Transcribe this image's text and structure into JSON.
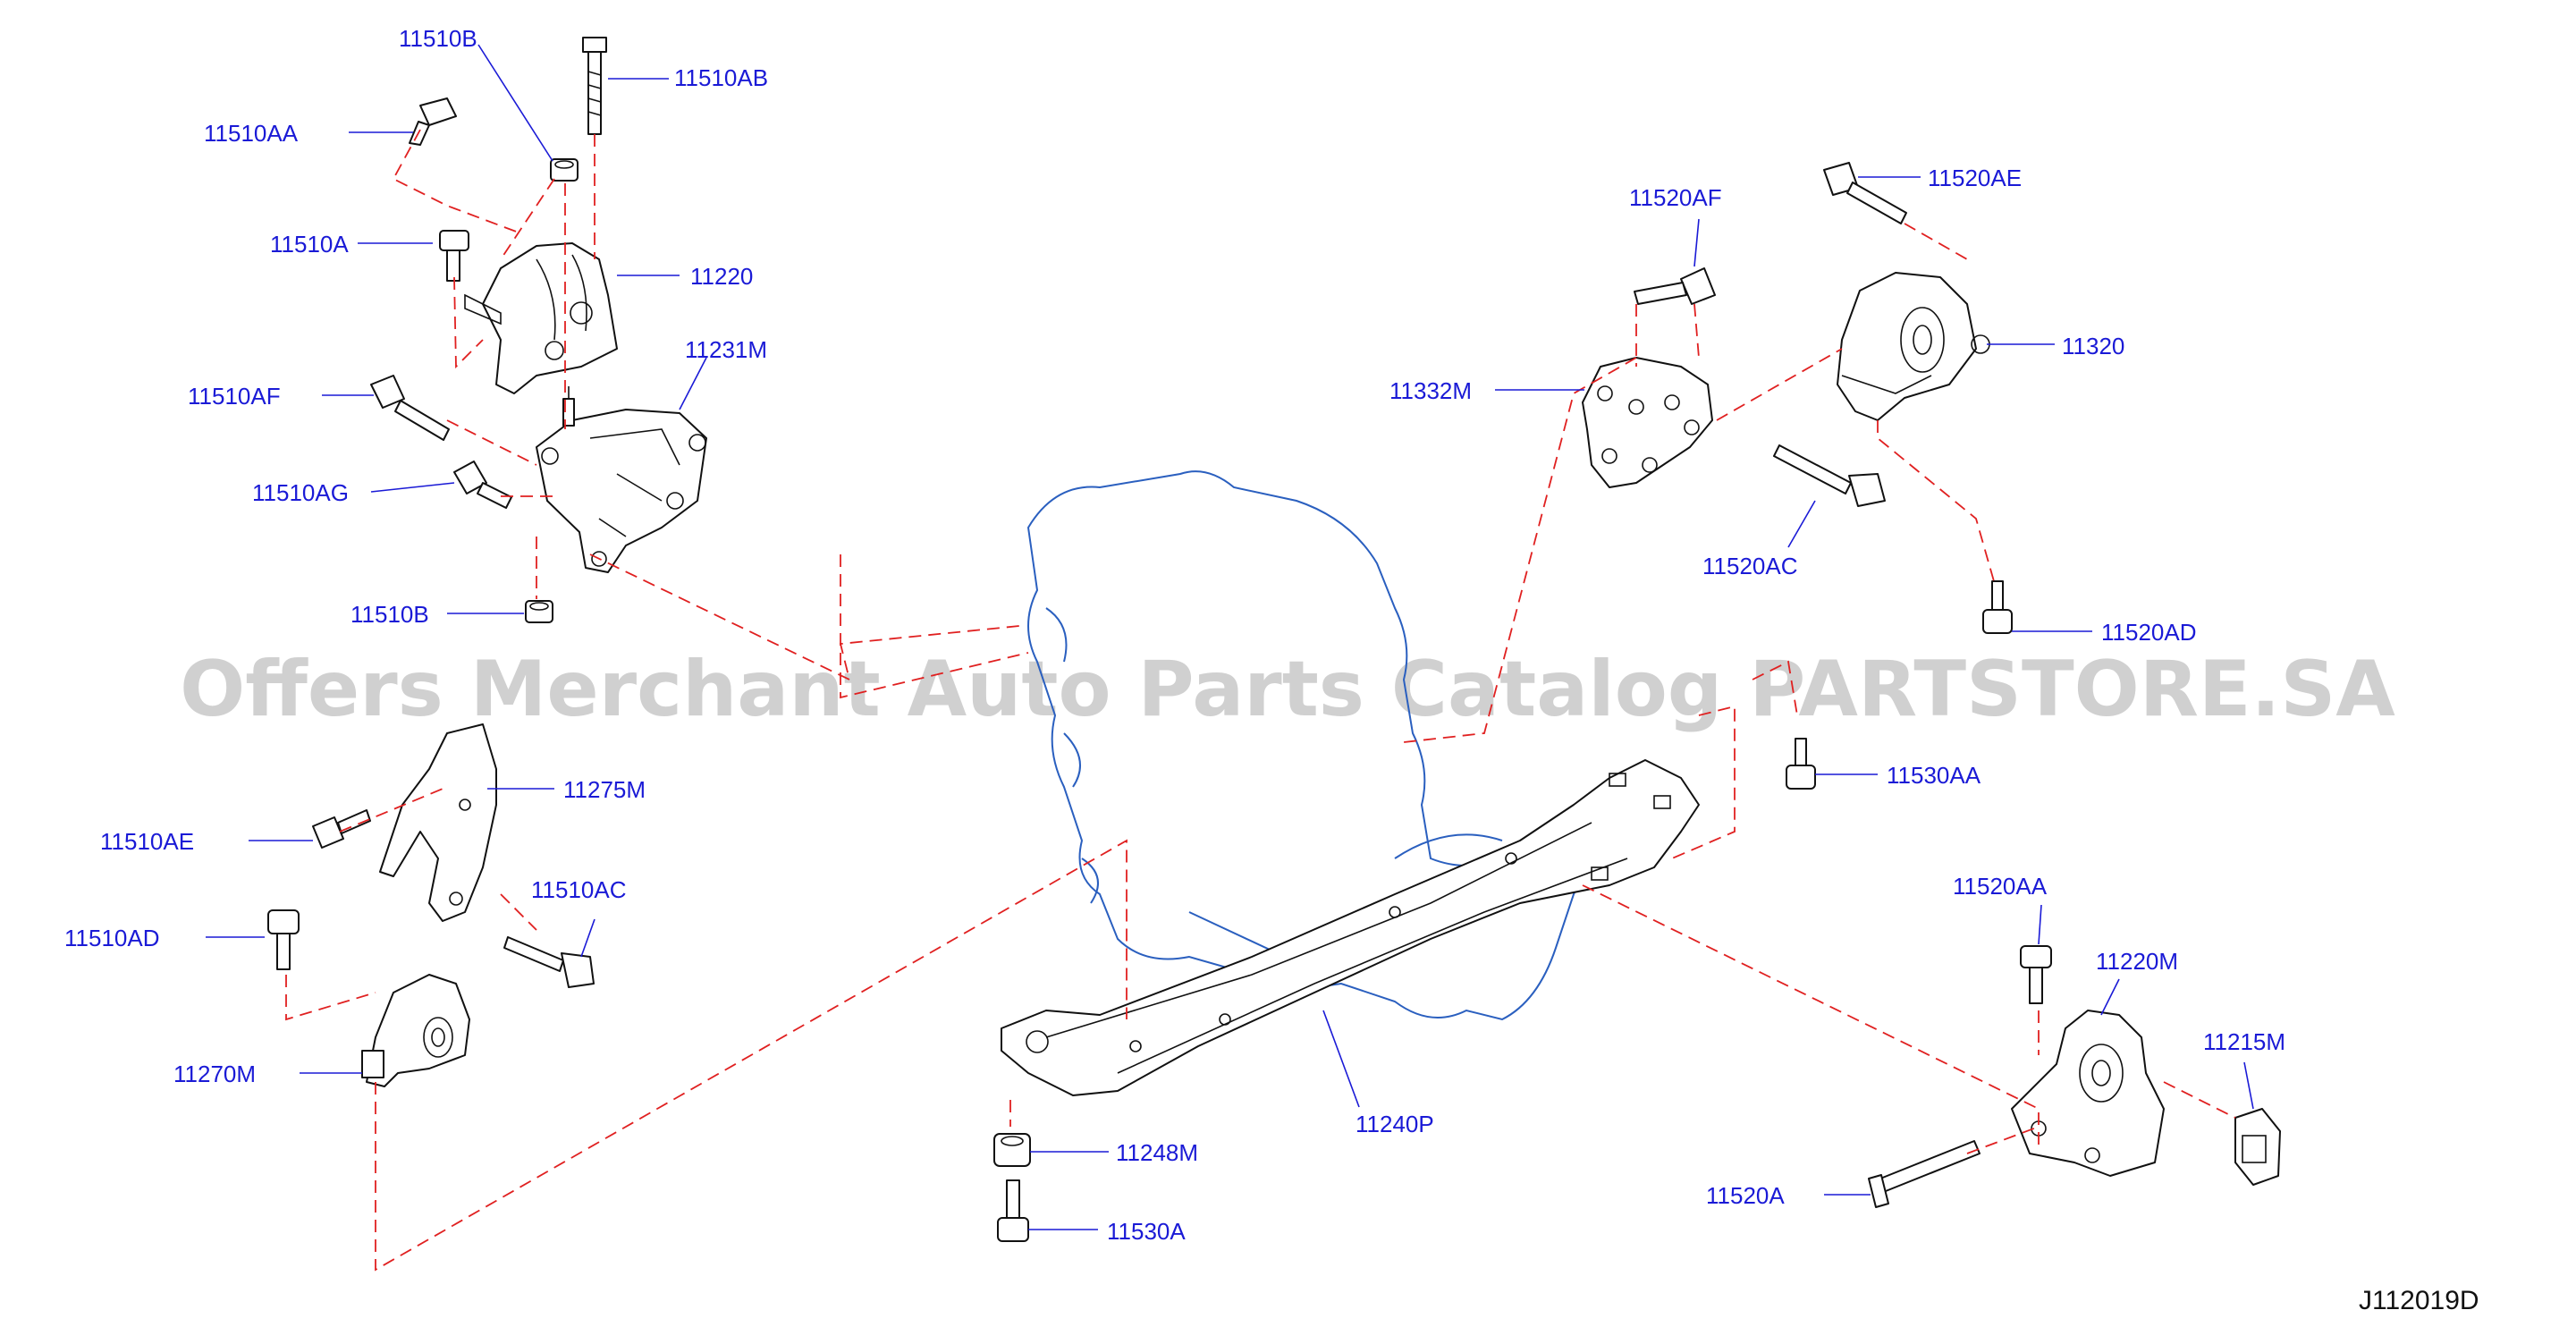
{
  "watermark": "Offers Merchant Auto Parts Catalog PARTSTORE.SA",
  "diagram_code": "J112019D",
  "labels": {
    "p11510B_top": "11510B",
    "p11510AB": "11510AB",
    "p11510AA": "11510AA",
    "p11510A": "11510A",
    "p11220": "11220",
    "p11231M": "11231M",
    "p11510AF": "11510AF",
    "p11510AG": "11510AG",
    "p11510B_bottom": "11510B",
    "p11275M": "11275M",
    "p11510AE": "11510AE",
    "p11510AC": "11510AC",
    "p11510AD": "11510AD",
    "p11270M": "11270M",
    "p11248M": "11248M",
    "p11530A": "11530A",
    "p11240P": "11240P",
    "p11520AF": "11520AF",
    "p11520AE": "11520AE",
    "p11332M": "11332M",
    "p11320": "11320",
    "p11520AC": "11520AC",
    "p11520AD": "11520AD",
    "p11530AA": "11530AA",
    "p11520AA": "11520AA",
    "p11220M": "11220M",
    "p11215M": "11215M",
    "p11520A": "11520A"
  }
}
